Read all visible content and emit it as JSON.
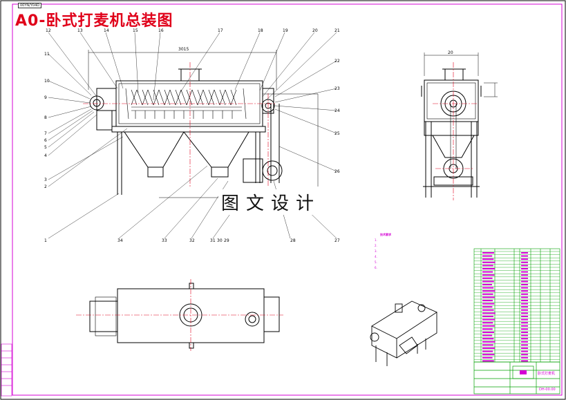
{
  "title": "A0-卧式打麦机总装图",
  "drawing_number": "00YN/Y04D",
  "watermark": "图文设计",
  "notes_title": "技术要求",
  "notes_items": [
    "1.",
    "2.",
    "3.",
    "4.",
    "5.",
    "6."
  ],
  "dimension_top": "3015",
  "dimension_side": "20",
  "balloons_top": [
    "12",
    "13",
    "14",
    "15",
    "16",
    "17",
    "18",
    "19",
    "20",
    "21"
  ],
  "balloons_left": [
    "11",
    "10",
    "9",
    "8",
    "7",
    "6",
    "5",
    "4",
    "3",
    "2",
    "1"
  ],
  "balloons_right": [
    "22",
    "23",
    "24",
    "25",
    "26",
    "27"
  ],
  "balloons_bottom": [
    "34",
    "33",
    "32",
    "31",
    "30",
    "29",
    "28"
  ],
  "titleblock_name": "卧式打麦机",
  "titleblock_code": "DH-00.00",
  "colors": {
    "frame": "#000000",
    "centerline": "#e0001a",
    "green": "#00a000",
    "magenta": "#d400d4",
    "title_red": "#e0001a"
  }
}
